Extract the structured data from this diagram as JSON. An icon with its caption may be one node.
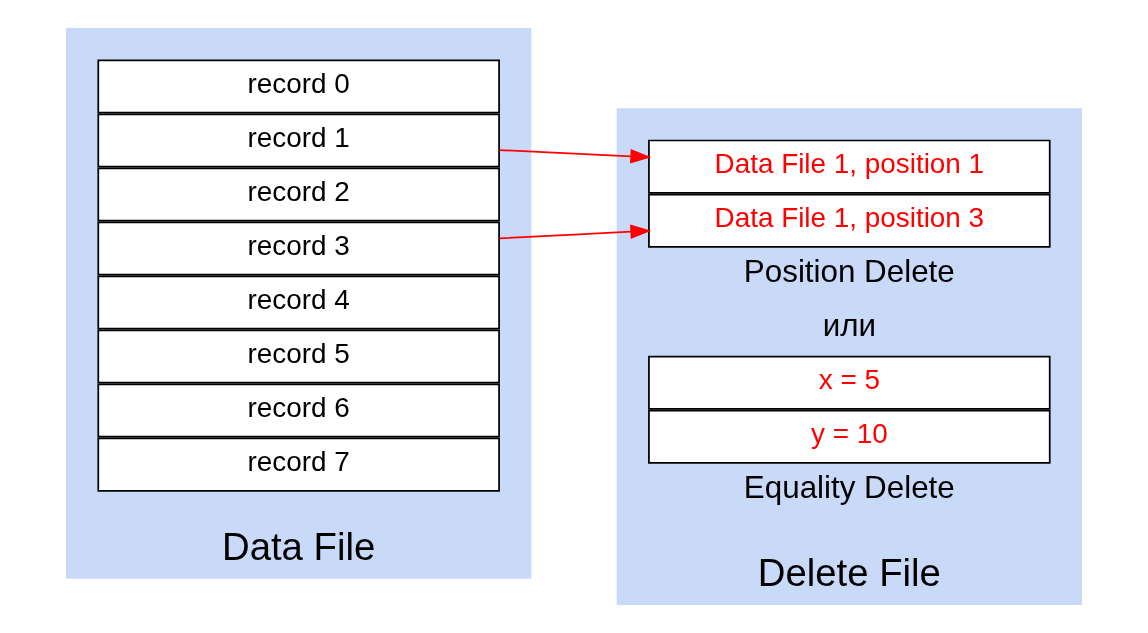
{
  "diagram": {
    "nodes": [
      {
        "text": [
          "Data File"
        ]
      },
      {
        "text": [
          "record 0"
        ],
        "in": 0
      },
      {
        "text": [
          "record 1"
        ],
        "in": 0
      },
      {
        "text": [
          "record 2"
        ],
        "in": 0
      },
      {
        "text": [
          "record 3"
        ],
        "in": 0
      },
      {
        "text": [
          "record 4"
        ],
        "in": 0
      },
      {
        "text": [
          "record 5"
        ],
        "in": 0
      },
      {
        "text": [
          "record 6"
        ],
        "in": 0
      },
      {
        "text": [
          "record 7"
        ],
        "in": 0
      },
      {
        "text": [
          "Delete File"
        ]
      },
      {
        "text": [
          "Data File 1, position 1"
        ],
        "in": 9
      },
      {
        "text": [
          "Data File 1, position 3"
        ],
        "in": 9
      },
      {
        "text": [
          "x = 5"
        ],
        "in": 9
      },
      {
        "text": [
          "y = 10"
        ],
        "in": 9
      }
    ],
    "edges": [
      {
        "from": 2,
        "to": 10,
        "arrow": "to",
        "color": "#ff0000"
      },
      {
        "from": 4,
        "to": 11,
        "arrow": "to",
        "color": "#ff0000"
      }
    ],
    "labels": [
      "Position Delete",
      "или",
      "Equality Delete"
    ]
  }
}
